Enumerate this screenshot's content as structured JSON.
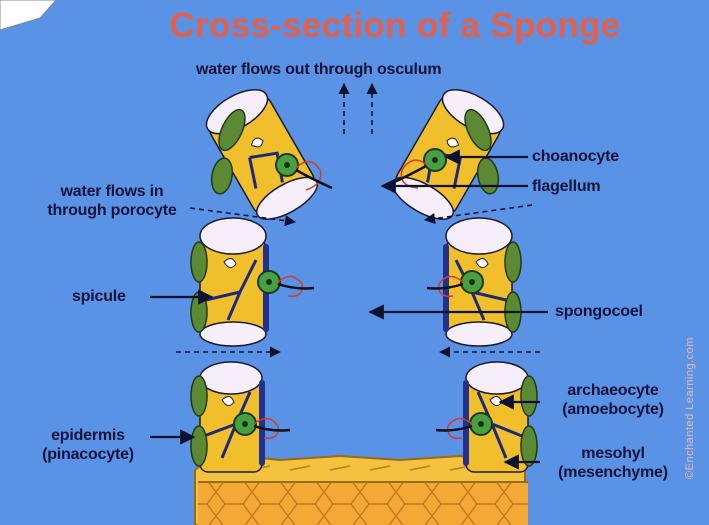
{
  "title": "Cross-section of a Sponge",
  "labels": {
    "osculum": "water flows out through osculum",
    "inflow_line1": "water flows in",
    "inflow_line2": "through porocyte",
    "choanocyte": "choanocyte",
    "flagellum": "flagellum",
    "spicule": "spicule",
    "spongocoel": "spongocoel",
    "archaeocyte_line1": "archaeocyte",
    "archaeocyte_line2": "(amoebocyte)",
    "epidermis_line1": "epidermis",
    "epidermis_line2": "(pinacocyte)",
    "mesohyl_line1": "mesohyl",
    "mesohyl_line2": "(mesenchyme)"
  },
  "watermark": "©Enchanted Learning.com",
  "colors": {
    "background": "#5a92e6",
    "title": "#e0624e",
    "cell_body": "#f2bf2c",
    "porocyte": "#f6eefa",
    "epidermis": "#5c8a34",
    "choanocyte": "#48a043",
    "base_tissue": "#f4a836"
  }
}
